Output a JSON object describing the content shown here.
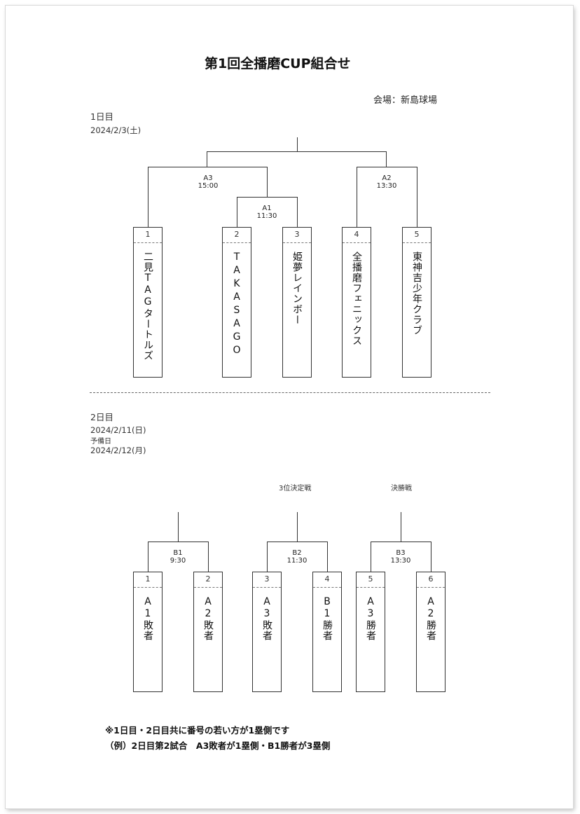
{
  "title": "第1回全播磨CUP組合せ",
  "venue": "会場：新島球場",
  "day1": {
    "label": "1日目",
    "date": "2024/2/3(土)",
    "matches": [
      {
        "code": "A3",
        "time": "15:00"
      },
      {
        "code": "A1",
        "time": "11:30"
      },
      {
        "code": "A2",
        "time": "13:30"
      }
    ],
    "teams": [
      {
        "num": "1",
        "name": "二見TAGタートルズ"
      },
      {
        "num": "2",
        "name": "TAKASAGO"
      },
      {
        "num": "3",
        "name": "姫夢レインボー"
      },
      {
        "num": "4",
        "name": "全播磨フェニックス"
      },
      {
        "num": "5",
        "name": "東神吉少年クラブ"
      }
    ]
  },
  "day2": {
    "label": "2日目",
    "date": "2024/2/11(日)",
    "reserve_label": "予備日",
    "reserve_date": "2024/2/12(月)",
    "third_place": "3位決定戦",
    "final": "決勝戦",
    "matches": [
      {
        "code": "B1",
        "time": "9:30"
      },
      {
        "code": "B2",
        "time": "11:30"
      },
      {
        "code": "B3",
        "time": "13:30"
      }
    ],
    "slots": [
      {
        "num": "1",
        "name": "A1敗者"
      },
      {
        "num": "2",
        "name": "A2敗者"
      },
      {
        "num": "3",
        "name": "A3敗者"
      },
      {
        "num": "4",
        "name": "B1勝者"
      },
      {
        "num": "5",
        "name": "A3勝者"
      },
      {
        "num": "6",
        "name": "A2勝者"
      }
    ]
  },
  "notes": [
    "※1日目・2日目共に番号の若い方が1塁側です",
    "（例）2日目第2試合　A3敗者が1塁側・B1勝者が3塁側"
  ]
}
